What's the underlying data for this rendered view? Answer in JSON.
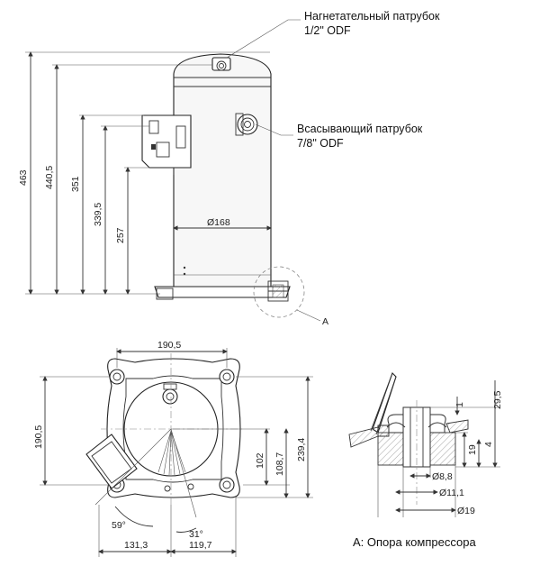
{
  "callouts": {
    "discharge_line1": "Нагнетательный патрубок",
    "discharge_line2": "1/2\" ODF",
    "suction_line1": "Всасывающий патрубок",
    "suction_line2": "7/8\" ODF",
    "detail_marker": "A"
  },
  "side_view_dims": {
    "h_total": "463",
    "h_top": "440,5",
    "h_box": "351",
    "h_conn": "339,5",
    "h_low": "257",
    "diameter": "Ø168"
  },
  "top_view_dims": {
    "width_top": "190,5",
    "height_left": "190,5",
    "height_right": "239,4",
    "d102": "102",
    "d108": "108,7",
    "angle59": "59°",
    "angle31": "31°",
    "bottom_left": "131,3",
    "bottom_right": "119,7"
  },
  "detail_dims": {
    "d1": "1",
    "d29": "29,5",
    "d19v": "19",
    "d4": "4",
    "dia88": "Ø8,8",
    "dia111": "Ø11,1",
    "dia19": "Ø19"
  },
  "caption": "A: Опора компрессора"
}
